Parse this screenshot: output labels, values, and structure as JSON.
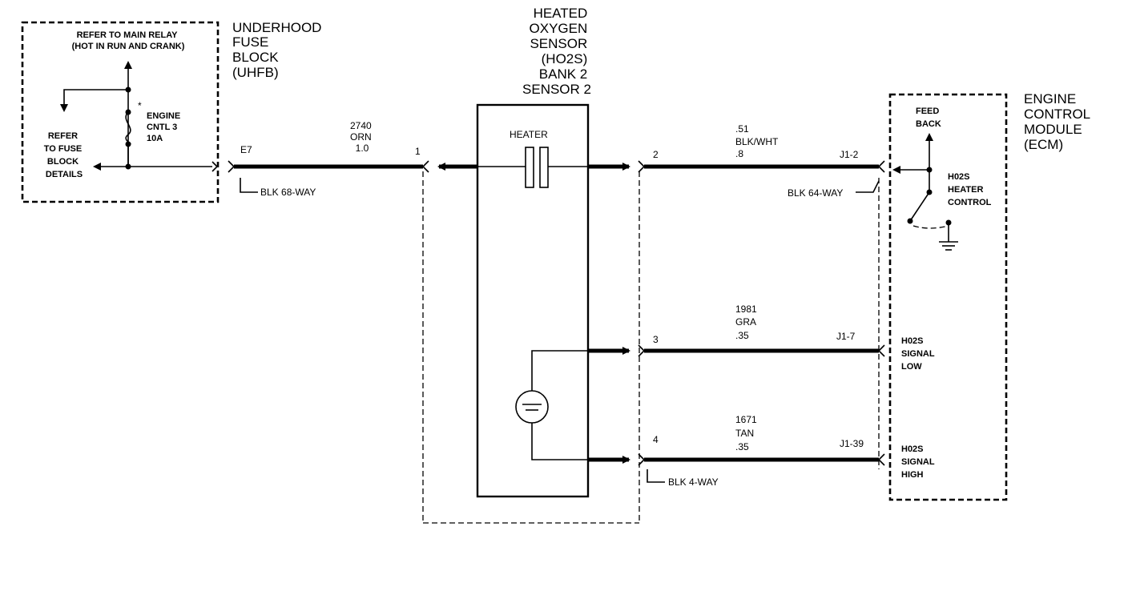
{
  "uhfb": {
    "title_lines": [
      "UNDERHOOD",
      "FUSE",
      "BLOCK",
      "(UHFB)"
    ],
    "relay_ref_lines": [
      "REFER TO MAIN RELAY",
      "(HOT IN RUN AND CRANK)"
    ],
    "fuse_ref_lines": [
      "REFER",
      "TO FUSE",
      "BLOCK",
      "DETAILS"
    ],
    "fuse_lines": [
      "ENGINE",
      "CNTL 3",
      "10A"
    ],
    "fuse_marker": "*",
    "terminal": "E7",
    "connector": "BLK 68-WAY"
  },
  "sensor": {
    "title_lines": [
      "HEATED",
      "OXYGEN",
      "SENSOR",
      "(HO2S)",
      "BANK 2",
      "SENSOR 2"
    ],
    "heater_label": "HEATER",
    "connector": "BLK 4-WAY",
    "pins": [
      "1",
      "2",
      "3",
      "4"
    ]
  },
  "ecm": {
    "title_lines": [
      "ENGINE",
      "CONTROL",
      "MODULE",
      "(ECM)"
    ],
    "feedback_lines": [
      "FEED",
      "BACK"
    ],
    "heater_ctrl_lines": [
      "H02S",
      "HEATER",
      "CONTROL"
    ],
    "signal_low_lines": [
      "H02S",
      "SIGNAL",
      "LOW"
    ],
    "signal_high_lines": [
      "H02S",
      "SIGNAL",
      "HIGH"
    ],
    "connector": "BLK 64-WAY",
    "pins": [
      "J1-2",
      "J1-7",
      "J1-39"
    ]
  },
  "wires": [
    {
      "circuit": "2740",
      "color": "ORN",
      "size": "1.0"
    },
    {
      "circuit": ".51",
      "color": "BLK/WHT",
      "size": ".8"
    },
    {
      "circuit": "1981",
      "color": "GRA",
      "size": ".35"
    },
    {
      "circuit": "1671",
      "color": "TAN",
      "size": ".35"
    }
  ]
}
